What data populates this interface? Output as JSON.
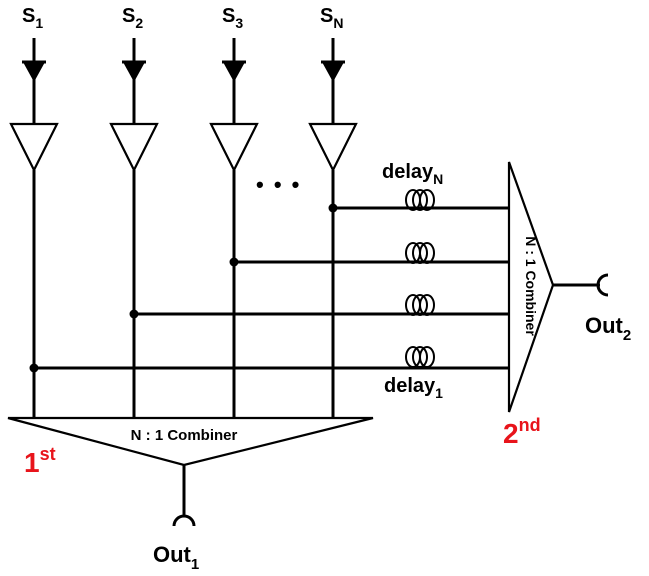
{
  "sources": [
    {
      "base": "S",
      "sub": "1"
    },
    {
      "base": "S",
      "sub": "2"
    },
    {
      "base": "S",
      "sub": "3"
    },
    {
      "base": "S",
      "sub": "N"
    }
  ],
  "ellipsis": "• • •",
  "delays": {
    "top": {
      "base": "delay",
      "sub": "N"
    },
    "bottom": {
      "base": "delay",
      "sub": "1"
    }
  },
  "combiner1": {
    "label": "N : 1 Combiner",
    "order_base": "1",
    "order_sup": "st"
  },
  "combiner2": {
    "label": "N : 1 Combiner",
    "order_base": "2",
    "order_sup": "nd"
  },
  "outputs": {
    "out1": {
      "base": "Out",
      "sub": "1"
    },
    "out2": {
      "base": "Out",
      "sub": "2"
    }
  },
  "colors": {
    "line": "#000000",
    "accent": "#e8141b",
    "background": "#ffffff"
  }
}
